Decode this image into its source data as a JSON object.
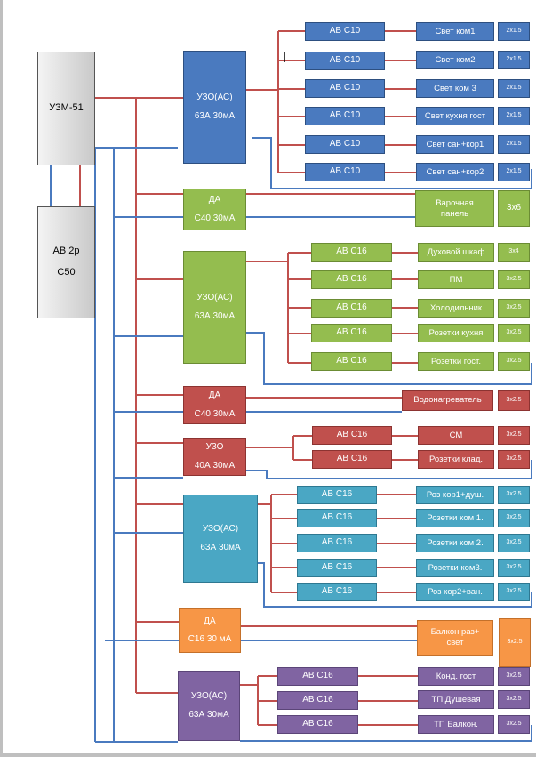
{
  "main_units": {
    "meter": "УЗМ-51",
    "breaker_line1": "АВ 2р",
    "breaker_line2": "С50"
  },
  "groups": [
    {
      "color": "#4a7abf",
      "device_line1": "УЗО(АС)",
      "device_line2": "63А 30мА",
      "circuits": [
        {
          "breaker": "АВ С10",
          "load": "Свет ком1",
          "cable": "2х1.5"
        },
        {
          "breaker": "АВ С10",
          "load": "Свет ком2",
          "cable": "2х1.5"
        },
        {
          "breaker": "АВ С10",
          "load": "Свет ком 3",
          "cable": "2х1.5"
        },
        {
          "breaker": "АВ С10",
          "load": "Свет кухня гост",
          "cable": "2х1.5"
        },
        {
          "breaker": "АВ С10",
          "load": "Свет сан+кор1",
          "cable": "2х1.5"
        },
        {
          "breaker": "АВ С10",
          "load": "Свет сан+кор2",
          "cable": "2х1.5"
        }
      ]
    },
    {
      "color": "#94bd4f",
      "device_line1": "ДА",
      "device_line2": "С40 30мА",
      "circuits": [
        {
          "breaker": "",
          "load_line1": "Варочная",
          "load_line2": "панель",
          "cable": "3х6"
        }
      ]
    },
    {
      "color": "#94bd4f",
      "device_line1": "УЗО(АС)",
      "device_line2": "63А 30мА",
      "circuits": [
        {
          "breaker": "АВ С16",
          "load": "Духовой шкаф",
          "cable": "3х4"
        },
        {
          "breaker": "АВ С16",
          "load": "ПМ",
          "cable": "3х2.5"
        },
        {
          "breaker": "АВ С16",
          "load": "Холодильник",
          "cable": "3х2.5"
        },
        {
          "breaker": "АВ С16",
          "load": "Розетки кухня",
          "cable": "3х2.5"
        },
        {
          "breaker": "АВ С16",
          "load": "Розетки гост.",
          "cable": "3х2.5"
        }
      ]
    },
    {
      "color": "#c0504d",
      "device_line1": "ДА",
      "device_line2": "С40 30мА",
      "circuits": [
        {
          "breaker": "",
          "load": "Водонагреватель",
          "cable": "3х2.5"
        }
      ]
    },
    {
      "color": "#c0504d",
      "device_line1": "УЗО",
      "device_line2": "40А 30мА",
      "circuits": [
        {
          "breaker": "АВ С16",
          "load": "СМ",
          "cable": "3х2.5"
        },
        {
          "breaker": "АВ С16",
          "load": "Розетки клад.",
          "cable": "3х2.5"
        }
      ]
    },
    {
      "color": "#4aa7c4",
      "device_line1": "УЗО(АС)",
      "device_line2": "63А 30мА",
      "circuits": [
        {
          "breaker": "АВ С16",
          "load": "Роз кор1+душ.",
          "cable": "3х2.5"
        },
        {
          "breaker": "АВ С16",
          "load": "Розетки ком 1.",
          "cable": "3х2.5"
        },
        {
          "breaker": "АВ С16",
          "load": "Розетки ком 2.",
          "cable": "3х2.5"
        },
        {
          "breaker": "АВ С16",
          "load": "Розетки ком3.",
          "cable": "3х2.5"
        },
        {
          "breaker": "АВ С16",
          "load": "Роз кор2+ван.",
          "cable": "3х2.5"
        }
      ]
    },
    {
      "color": "#f79646",
      "device_line1": "ДА",
      "device_line2": "С16 30 мА",
      "circuits": [
        {
          "breaker": "",
          "load_line1": "Балкон раз+",
          "load_line2": "свет",
          "cable": "3х2.5"
        }
      ]
    },
    {
      "color": "#8064a2",
      "device_line1": "УЗО(АС)",
      "device_line2": "63А 30мА",
      "circuits": [
        {
          "breaker": "АВ С16",
          "load": "Конд. гост",
          "cable": "3х2.5"
        },
        {
          "breaker": "АВ С16",
          "load": "ТП Душевая",
          "cable": "3х2.5"
        },
        {
          "breaker": "АВ С16",
          "load": "ТП Балкон.",
          "cable": "3х2.5"
        }
      ]
    }
  ],
  "wire_colors": {
    "phase": "#c0504d",
    "neutral": "#4a7abf"
  }
}
